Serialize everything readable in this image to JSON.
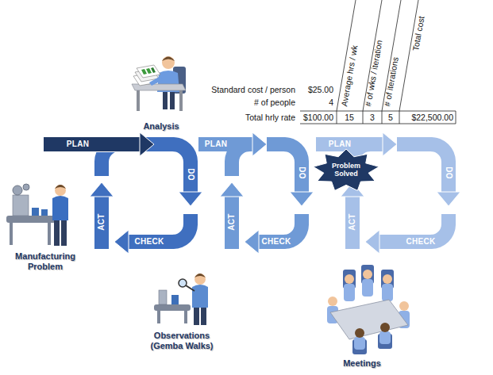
{
  "diagram": {
    "nodes": [
      {
        "text": [
          "PLAN"
        ]
      },
      {
        "text": [
          "DO"
        ]
      },
      {
        "text": [
          "CHECK"
        ]
      },
      {
        "text": [
          "ACT"
        ]
      },
      {
        "text": [
          "PLAN"
        ]
      },
      {
        "text": [
          "DO"
        ]
      },
      {
        "text": [
          "CHECK"
        ]
      },
      {
        "text": [
          "ACT"
        ]
      },
      {
        "text": [
          "PLAN"
        ]
      },
      {
        "text": [
          "DO"
        ]
      },
      {
        "text": [
          "CHECK"
        ]
      },
      {
        "text": [
          "ACT"
        ]
      },
      {
        "text": [
          "Problem Solved"
        ]
      }
    ],
    "labels": [
      "Average hrs / wk",
      "# of wks / iteration",
      "# of iterations",
      "Total cost",
      "Standard cost / person",
      "$25.00",
      "# of people",
      "4",
      "Total hrly rate",
      "$100.00",
      "15",
      "3",
      "5",
      "$22,500.00",
      "Analysis",
      "Manufacturing Problem",
      "Observations (Gemba Walks)",
      "Meetings"
    ]
  }
}
